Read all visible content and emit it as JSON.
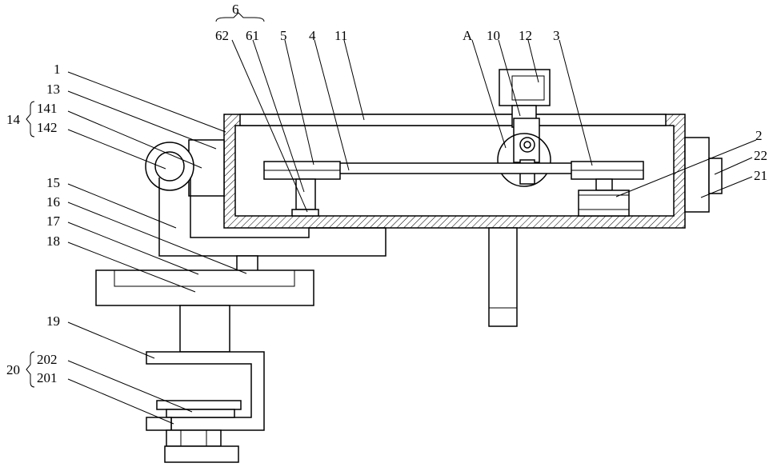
{
  "labels": {
    "l1": "1",
    "l2": "2",
    "l3": "3",
    "l4": "4",
    "l5": "5",
    "l6": "6",
    "l10": "10",
    "l11": "11",
    "l12": "12",
    "l13": "13",
    "l14": "14",
    "l15": "15",
    "l16": "16",
    "l17": "17",
    "l18": "18",
    "l19": "19",
    "l20": "20",
    "l21": "21",
    "l22": "22",
    "l61": "61",
    "l62": "62",
    "l141": "141",
    "l142": "142",
    "l201": "201",
    "l202": "202",
    "lA": "A"
  },
  "colors": {
    "line": "#000000",
    "background": "#ffffff"
  }
}
